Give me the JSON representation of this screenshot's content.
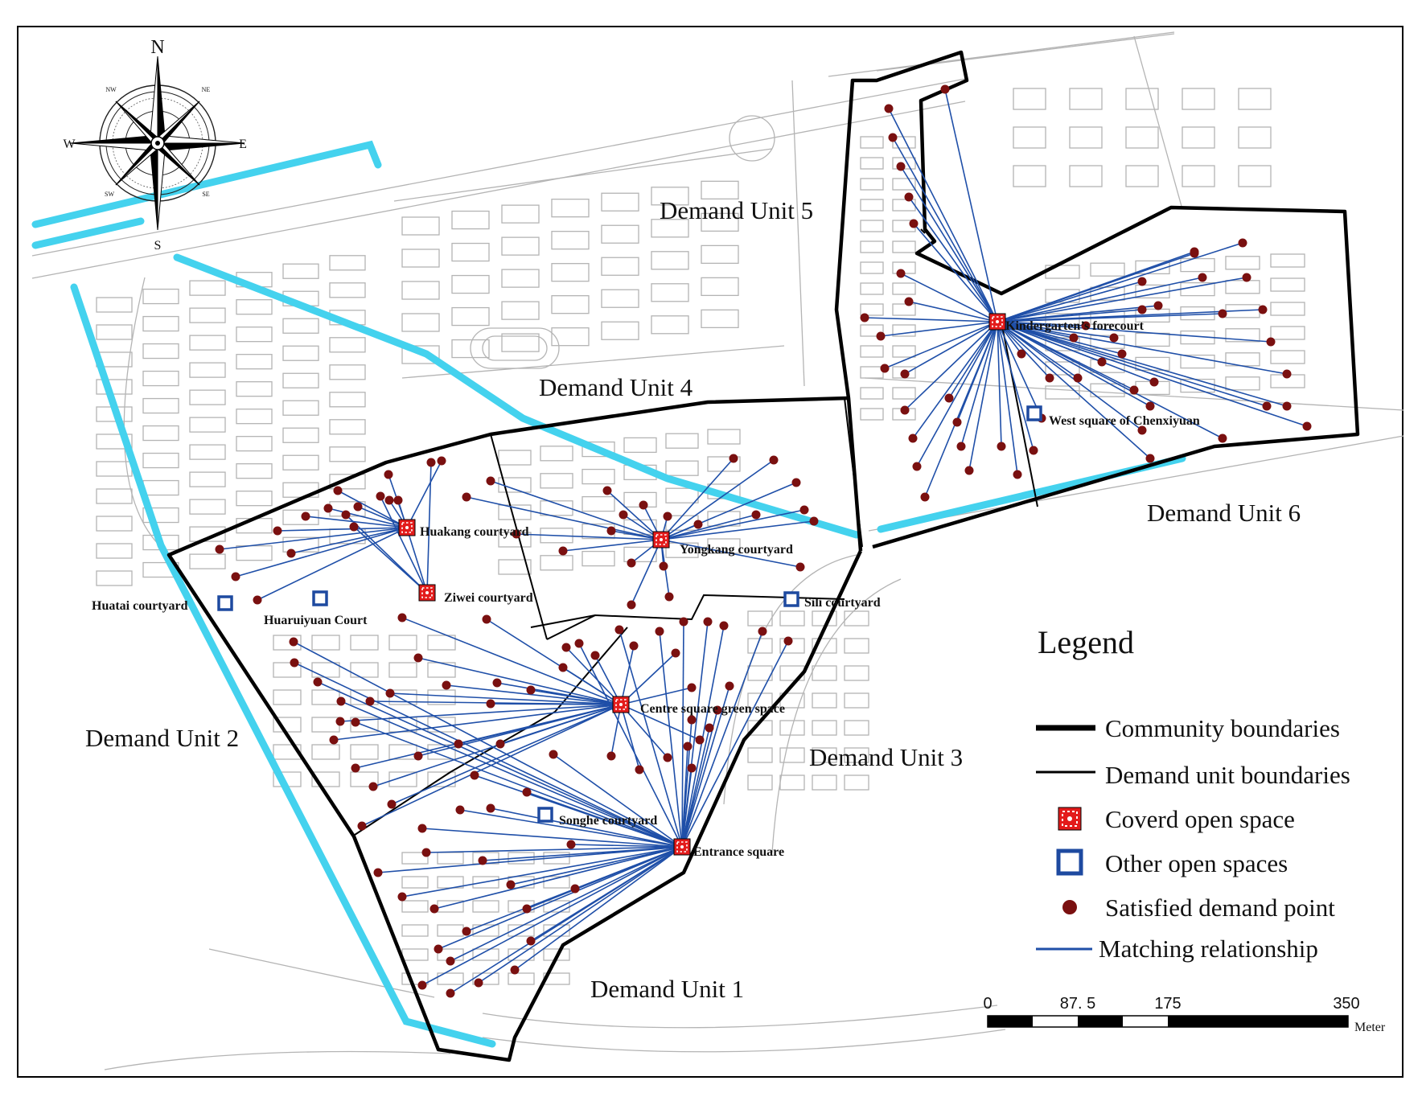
{
  "colors": {
    "community_boundary": "#000000",
    "matching_line": "#1f4fa8",
    "demand_point": "#7a1010",
    "covered_space": "#e31b1b",
    "other_space": "#1e4aa0",
    "water": "#44d2ee",
    "basemap_line": "#b4b4b4"
  },
  "compass": {
    "north": "N",
    "south": "S",
    "east": "E",
    "west": "W",
    "nw": "NW",
    "ne": "NE",
    "sw": "SW",
    "se": "SE"
  },
  "demand_units": {
    "u1": "Demand Unit 1",
    "u2": "Demand Unit 2",
    "u3": "Demand Unit 3",
    "u4": "Demand Unit 4",
    "u5": "Demand Unit 5",
    "u6": "Demand Unit 6"
  },
  "covered_spaces": {
    "kindergarten": "Kindergarten’s forecourt",
    "huakang": "Huakang courtyard",
    "yongkang": "Yongkang courtyard",
    "ziwei": "Ziwei courtyard",
    "centre": "Centre square green space",
    "entrance": "Entrance square"
  },
  "other_spaces": {
    "huatai": "Huatai courtyard",
    "huaruiyuan": "Huaruiyuan Court",
    "sili": "Sili courtyard",
    "songhe": "Songhe courtyard",
    "chenxiyuan": "West square of Chenxiyuan"
  },
  "legend": {
    "title": "Legend",
    "community_boundaries": "Community boundaries",
    "demand_unit_boundaries": "Demand unit boundaries",
    "covered_open_space": "Coverd open space",
    "other_open_spaces": "Other open spaces",
    "satisfied_demand_point": "Satisfied demand point",
    "matching_relationship": "Matching relationship"
  },
  "scale_bar": {
    "ticks": [
      "0",
      "87. 5",
      "175",
      "350"
    ],
    "unit": "Meter"
  }
}
